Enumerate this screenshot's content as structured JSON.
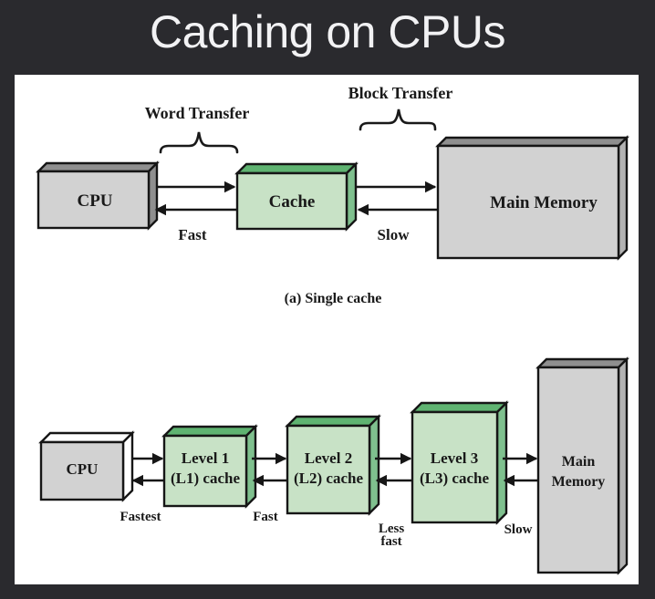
{
  "title": "Caching on CPUs",
  "colors": {
    "background": "#2a2a2e",
    "panel": "#ffffff",
    "outline": "#161616",
    "text_dark": "#191919",
    "title_text": "#f2f2f4",
    "gray_front": "#d2d2d2",
    "gray_top": "#8f8f8f",
    "gray_side_light": "#b3b3b3",
    "green_front": "#c8e2c6",
    "green_top": "#5fb371",
    "green_side": "#7fc08e",
    "white_face": "#ffffff"
  },
  "single": {
    "caption": "(a) Single cache",
    "word_transfer": "Word Transfer",
    "block_transfer": "Block Transfer",
    "fast": "Fast",
    "slow": "Slow",
    "cpu": "CPU",
    "cache": "Cache",
    "main_memory": "Main Memory"
  },
  "multi": {
    "cpu": "CPU",
    "l1": {
      "line1": "Level 1",
      "line2": "(L1) cache"
    },
    "l2": {
      "line1": "Level 2",
      "line2": "(L2) cache"
    },
    "l3": {
      "line1": "Level 3",
      "line2": "(L3) cache"
    },
    "mm": {
      "line1": "Main",
      "line2": "Memory"
    },
    "fastest": "Fastest",
    "fast": "Fast",
    "less_fast": {
      "line1": "Less",
      "line2": "fast"
    },
    "slow": "Slow"
  }
}
